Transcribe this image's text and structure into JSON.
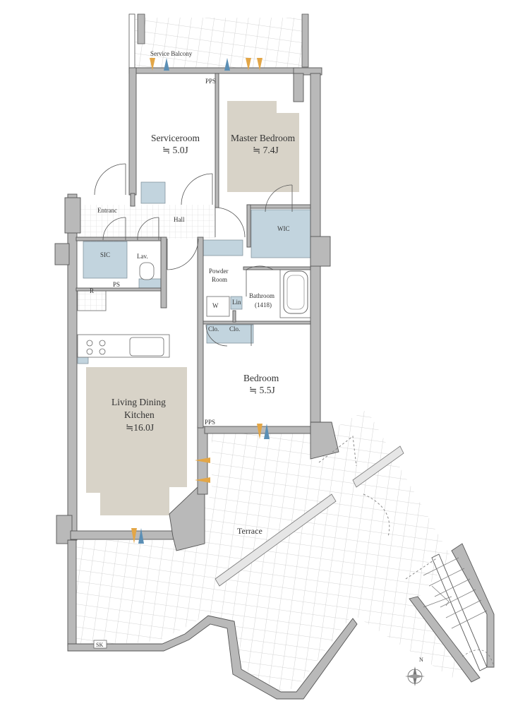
{
  "plan": {
    "colors": {
      "wall": "#b9b9b9",
      "wall_outline": "#555555",
      "floor": "#ffffff",
      "beige": "#d8d3c8",
      "blue": "#c2d4de",
      "terrace_grid": "#bdbdbd",
      "door": "#e3a646",
      "glass": "#5b8fb5"
    },
    "rooms": {
      "service_balcony": "Service Balcony",
      "serviceroom_name": "Serviceroom",
      "serviceroom_size": "≒ 5.0J",
      "master_name": "Master Bedroom",
      "master_size": "≒ 7.4J",
      "entrance": "Entranc",
      "hall": "Hall",
      "wic": "WIC",
      "sic": "SIC",
      "lav": "Lav.",
      "ps": "PS",
      "pps_top": "PPS",
      "pps_bottom": "PPS",
      "r": "R",
      "powder_line1": "Powder",
      "powder_line2": "Room",
      "w": "W",
      "lin": "Lin",
      "bathroom_name": "Bathroom",
      "bathroom_size": "(1418)",
      "clo1": "Clo.",
      "clo2": "Clo.",
      "bedroom_name": "Bedroom",
      "bedroom_size": "≒ 5.5J",
      "ldk_line1": "Living Dining",
      "ldk_line2": "Kitchen",
      "ldk_size": "≒16.0J",
      "terrace": "Terrace",
      "sk": "SK",
      "north": "N"
    }
  }
}
